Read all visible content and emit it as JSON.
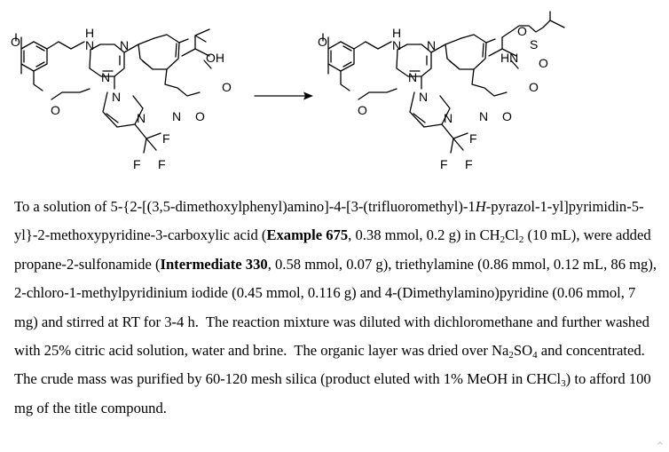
{
  "scheme": {
    "atoms": {
      "o_top": "O",
      "nh_n": "N",
      "nh_h": "H",
      "n_pyr1": "N",
      "n_pyr2": "N",
      "o_bottom": "O",
      "n_pz1": "N",
      "n_pz2": "N",
      "n_py": "N",
      "o_ome": "O",
      "oh": "OH",
      "o_carbonyl": "O",
      "f1": "F",
      "f2": "F",
      "f3": "F",
      "hn": "HN",
      "s": "S",
      "o_s1": "O",
      "o_s2": "O"
    }
  },
  "paragraph": [
    {
      "t": "To a solution of 5-{2-[(3,5-dimethoxylphenyl)amino]-4-[3-(trifluoromethyl)-1"
    },
    {
      "t": "H",
      "s": "i"
    },
    {
      "t": "-pyrazol-1-yl]pyrimidin-5-yl}-2-methoxypyridine-3-carboxylic acid ("
    },
    {
      "t": "Example 675",
      "s": "b"
    },
    {
      "t": ", 0.38 mmol, 0.2 g) in CH"
    },
    {
      "t": "2",
      "s": "sub"
    },
    {
      "t": "Cl"
    },
    {
      "t": "2",
      "s": "sub"
    },
    {
      "t": " (10 mL), were added propane-2-sulfonamide ("
    },
    {
      "t": "Intermediate 330",
      "s": "b"
    },
    {
      "t": ", 0.58 mmol, 0.07 g), triethylamine (0.86 mmol, 0.12 mL, 86 mg), 2-chloro-1-methylpyridinium iodide (0.45 mmol, 0.116 g) and 4-(Dimethylamino)pyridine (0.06 mmol, 7 mg) and stirred at RT for 3-4 h.  The reaction mixture was diluted with dichloromethane and further washed with 25% citric acid solution, water and brine.  The organic layer was dried over Na"
    },
    {
      "t": "2",
      "s": "sub"
    },
    {
      "t": "SO"
    },
    {
      "t": "4",
      "s": "sub"
    },
    {
      "t": " and concentrated.  The crude mass was purified by 60-120 mesh silica (product eluted with 1% MeOH in CHCl"
    },
    {
      "t": "3",
      "s": "sub"
    },
    {
      "t": ") to afford 100 mg of the title compound."
    }
  ],
  "corner_mark": "^"
}
